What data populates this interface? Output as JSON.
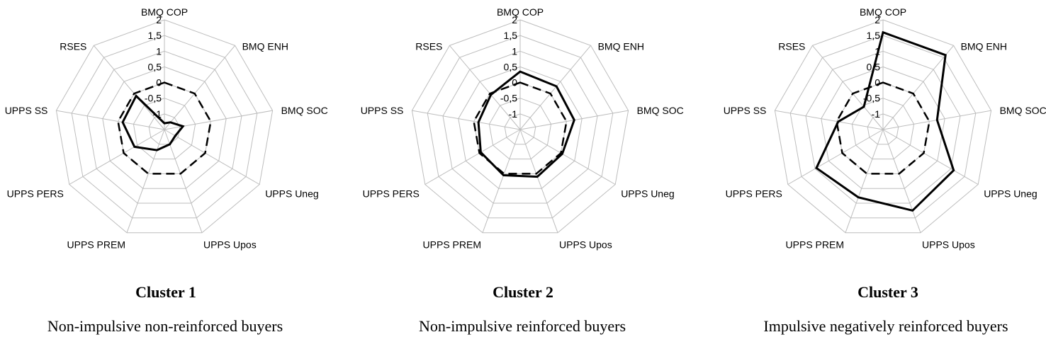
{
  "chart_data": [
    {
      "type": "radar",
      "title": "Cluster 1",
      "subtitle": "Non-impulsive non-reinforced buyers",
      "axes": [
        "BMQ COP",
        "BMQ ENH",
        "BMQ SOC",
        "UPPS Uneg",
        "UPPS Upos",
        "UPPS PREM",
        "UPPS PERS",
        "UPPS SS",
        "RSES"
      ],
      "rlim": [
        -1.5,
        2
      ],
      "ticks": [
        "2",
        "1,5",
        "1",
        "0,5",
        "0",
        "-0,5",
        "-1"
      ],
      "tick_values": [
        2,
        1.5,
        1,
        0.5,
        0,
        -0.5,
        -1
      ],
      "series": [
        {
          "values": [
            -1.3,
            -1.2,
            -0.9,
            -1.1,
            -1.0,
            -0.8,
            -0.4,
            -0.15,
            -0.1
          ]
        }
      ],
      "reference": {
        "value": 0
      }
    },
    {
      "type": "radar",
      "title": "Cluster 2",
      "subtitle": "Non-impulsive reinforced buyers",
      "axes": [
        "BMQ COP",
        "BMQ ENH",
        "BMQ SOC",
        "UPPS Uneg",
        "UPPS Upos",
        "UPPS PREM",
        "UPPS PERS",
        "UPPS SS",
        "RSES"
      ],
      "rlim": [
        -1.5,
        2
      ],
      "ticks": [
        "2",
        "1,5",
        "1",
        "0,5",
        "0",
        "-0,5",
        "-1"
      ],
      "tick_values": [
        2,
        1.5,
        1,
        0.5,
        0,
        -0.5,
        -1
      ],
      "series": [
        {
          "values": [
            0.35,
            0.3,
            0.25,
            0.05,
            0.1,
            0.05,
            -0.05,
            -0.15,
            -0.05
          ]
        }
      ],
      "reference": {
        "value": 0
      }
    },
    {
      "type": "radar",
      "title": "Cluster 3",
      "subtitle": "Impulsive negatively reinforced buyers",
      "axes": [
        "BMQ COP",
        "BMQ ENH",
        "BMQ SOC",
        "UPPS Uneg",
        "UPPS Upos",
        "UPPS PREM",
        "UPPS PERS",
        "UPPS SS",
        "RSES"
      ],
      "rlim": [
        -1.5,
        2
      ],
      "ticks": [
        "2",
        "1,5",
        "1",
        "0,5",
        "0",
        "-0,5",
        "-1"
      ],
      "tick_values": [
        2,
        1.5,
        1,
        0.5,
        0,
        -0.5,
        -1
      ],
      "series": [
        {
          "values": [
            1.6,
            1.6,
            0.25,
            1.1,
            1.25,
            0.8,
            0.95,
            -0.05,
            -0.55
          ]
        }
      ],
      "reference": {
        "value": 0
      }
    }
  ]
}
